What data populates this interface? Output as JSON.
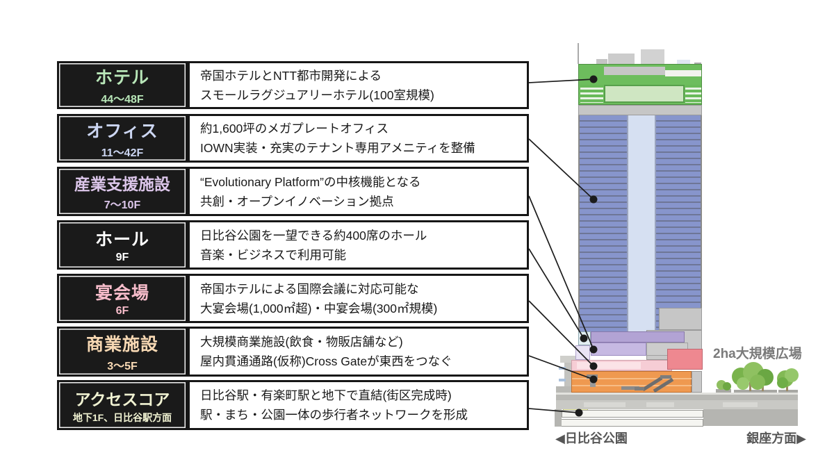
{
  "table": {
    "rows": [
      {
        "title": "ホテル",
        "floors": "44〜48F",
        "color": "#b8e6b8",
        "desc1": "帝国ホテルとNTT都市開発による",
        "desc2": "スモールラグジュアリーホテル(100室規模)"
      },
      {
        "title": "オフィス",
        "floors": "11〜42F",
        "color": "#ccd6f2",
        "desc1": "約1,600坪のメガプレートオフィス",
        "desc2": "IOWN実装・充実のテナント専用アメニティを整備"
      },
      {
        "title": "産業支援施設",
        "floors": "7〜10F",
        "color": "#dcc6ea",
        "desc1": "“Evolutionary Platform”の中核機能となる",
        "desc2": "共創・オープンイノベーション拠点"
      },
      {
        "title": "ホール",
        "floors": "9F",
        "color": "#ffffff",
        "desc1": "日比谷公園を一望できる約400席のホール",
        "desc2": "音楽・ビジネスで利用可能"
      },
      {
        "title": "宴会場",
        "floors": "6F",
        "color": "#f6bcca",
        "desc1": "帝国ホテルによる国際会議に対応可能な",
        "desc2": "大宴会場(1,000㎡超)・中宴会場(300㎡規模)"
      },
      {
        "title": "商業施設",
        "floors": "3〜5F",
        "color": "#f8d9b4",
        "desc1": "大規模商業施設(飲食・物販店舗など)",
        "desc2": "屋内貫通通路(仮称)Cross Gateが東西をつなぐ"
      },
      {
        "title": "アクセスコア",
        "floors": "地下1F、日比谷駅方面",
        "color": "#f0f2d2",
        "desc1": "日比谷駅・有楽町駅と地下で直結(街区完成時)",
        "desc2": "駅・まち・公園一体の歩行者ネットワークを形成"
      }
    ]
  },
  "diagram": {
    "plaza_label": "2ha大規模広場",
    "direction_left": "◀日比谷公園",
    "direction_right": "銀座方面▶",
    "colors": {
      "hotel_green": "#6dbd5d",
      "hotel_light_green": "#cfe6c2",
      "office_core": "#d6e0f2",
      "support_purple": "#b2a3d4",
      "support_purple_light": "#c6b9e2",
      "support_purple_pale": "#e9e3f4",
      "hall_cyan": "#e2eef2",
      "banquet_pink": "#f6cdd5",
      "banquet_pink_light": "#fbe3e7",
      "plaza_red": "#ee8890",
      "retail_orange": "#ef9950",
      "access_yellow": "#eef0a4",
      "line_black": "#1c1c1c"
    }
  }
}
